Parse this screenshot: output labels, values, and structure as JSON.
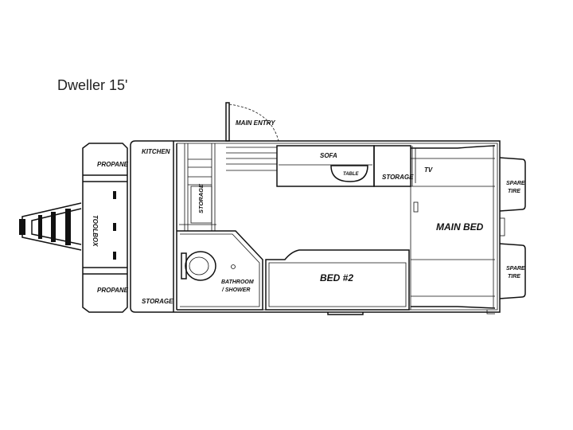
{
  "title": "Dweller 15'",
  "labels": {
    "propane_top": "PROPANE",
    "propane_bottom": "PROPANE",
    "toolbox": "TOOLBOX",
    "kitchen": "KITCHEN",
    "storage_front": "STORAGE",
    "storage_galley": "STORAGE",
    "main_entry": "MAIN ENTRY",
    "sofa": "SOFA",
    "table": "TABLE",
    "storage_mid": "STORAGE",
    "tv": "TV",
    "main_bed": "MAIN BED",
    "bathroom_line1": "BATHROOM",
    "bathroom_line2": "/ SHOWER",
    "bed2": "BED #2",
    "spare_tire_top_1": "SPARE",
    "spare_tire_top_2": "TIRE",
    "spare_tire_bottom_1": "SPARE",
    "spare_tire_bottom_2": "TIRE"
  }
}
